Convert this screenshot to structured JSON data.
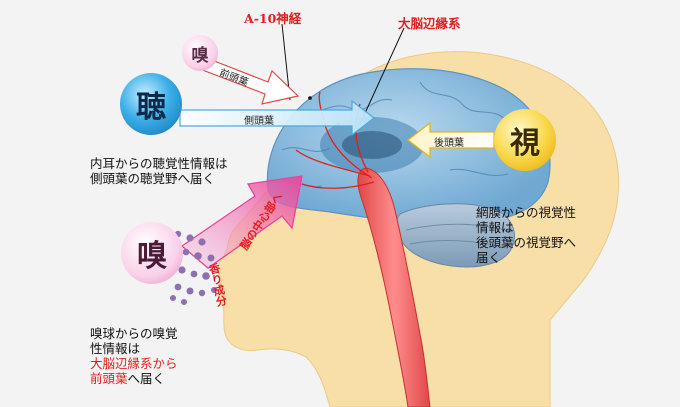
{
  "labels": {
    "a10": "A-10神経",
    "limbic": "大脳辺縁系",
    "frontal": "前頭葉",
    "temporal": "側頭葉",
    "occipital": "後頭葉",
    "aroma": "香り成分",
    "to_brain": "脳の中心部へ"
  },
  "senses": {
    "hearing": "聴",
    "sight": "視",
    "smell_small": "嗅",
    "smell_large": "嗅"
  },
  "notes": {
    "hearing": {
      "line1": "内耳からの聴覚性情報は",
      "line2": "側頭葉の聴覚野へ届く"
    },
    "sight": {
      "line1": "網膜からの視覚性",
      "line2": "情報は",
      "line3": "後頭葉の視覚野へ",
      "line4": "届く"
    },
    "smell": {
      "line1": "嗅球からの嗅覚",
      "line2": "性情報は",
      "line3": "大脳辺縁系から",
      "line4_red": "前頭葉",
      "line4_rest": "へ届く"
    }
  },
  "colors": {
    "hearing": "#2aa0d8",
    "sight": "#f3c21d",
    "smell_small": "#f5a8d2",
    "smell_large": "#f5a8d2",
    "skin": "#f8dfa8",
    "brain": "#7fb7da",
    "highlight": "#e02020"
  }
}
